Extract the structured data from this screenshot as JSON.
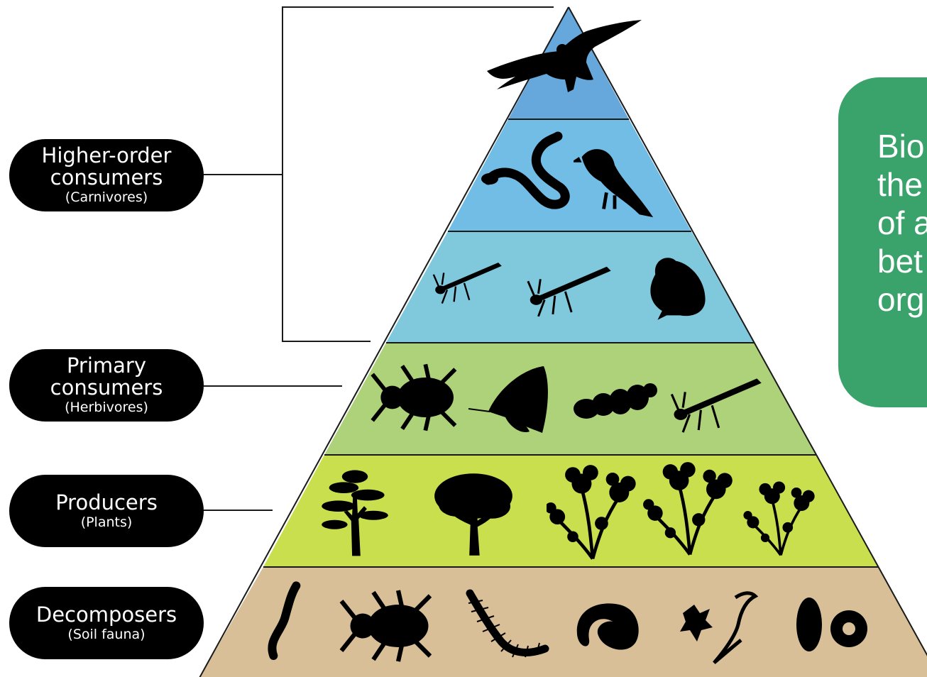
{
  "levels": [
    {
      "name": "Higher-order consumers",
      "line1": "Higher-order",
      "line2": "consumers",
      "sub": "(Carnivores)",
      "organisms": [
        "eagle",
        "snake",
        "crow",
        "mantis",
        "dragonfly",
        "frog"
      ]
    },
    {
      "name": "Primary consumers",
      "line1": "Primary",
      "line2": "consumers",
      "sub": "(Herbivores)",
      "organisms": [
        "stag beetle",
        "butterfly",
        "caterpillar",
        "grasshopper"
      ]
    },
    {
      "name": "Producers",
      "line1": "Producers",
      "line2": "",
      "sub": "(Plants)",
      "organisms": [
        "pine tree",
        "broadleaf tree",
        "strawberry plant",
        "vetch",
        "clover"
      ]
    },
    {
      "name": "Decomposers",
      "line1": "Decomposers",
      "line2": "",
      "sub": "(Soil fauna)",
      "organisms": [
        "earthworm",
        "ground beetle",
        "centipede",
        "grub",
        "springtail",
        "pill bug"
      ]
    }
  ],
  "tier_colors": [
    "#66a8dc",
    "#72bde6",
    "#80c9dc",
    "#aed27a",
    "#c9df4e",
    "#d9bf98"
  ],
  "callout": {
    "text": "Bio\nthe\nof a\nbet\norg",
    "color": "#3aa36c"
  }
}
